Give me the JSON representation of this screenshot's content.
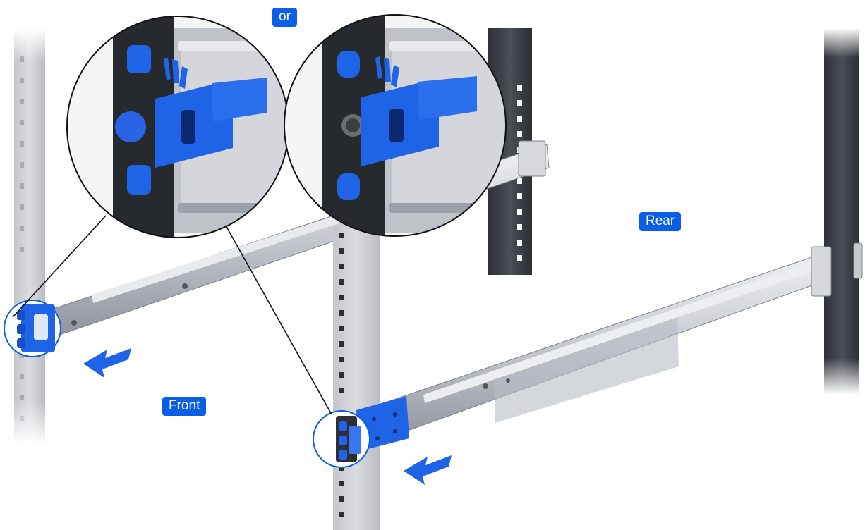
{
  "labels": {
    "or": "or",
    "rear": "Rear",
    "front": "Front"
  },
  "colors": {
    "accent_blue": "#0a5fe6",
    "latch_blue": "#1f63e6",
    "latch_dark": "#1044b8",
    "post_dark": "#3a3d44",
    "rail_silver": "#c9ccd3",
    "rail_shadow": "#9ea2ab"
  },
  "icons": {
    "arrow_left": "arrow-left-icon",
    "release_signal": "signal-burst-icon"
  }
}
